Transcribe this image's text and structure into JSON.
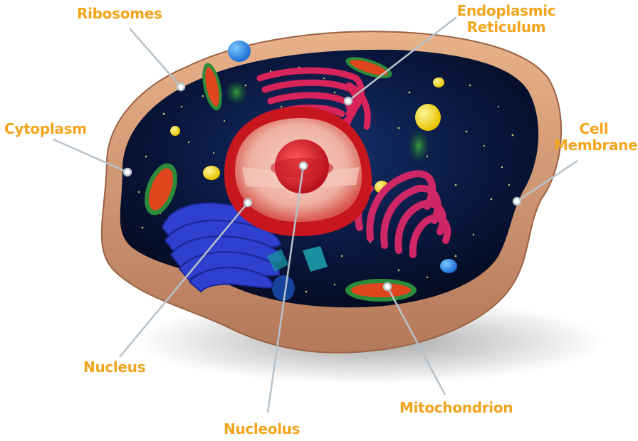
{
  "colors": {
    "label": "#F2A51C",
    "leader_line": "#B8C2CA"
  },
  "labels": {
    "ribosomes": "Ribosomes",
    "er_line1": "Endoplasmic",
    "er_line2": "Reticulum",
    "cytoplasm": "Cytoplasm",
    "membrane_line1": "Cell",
    "membrane_line2": "Membrane",
    "nucleus": "Nucleus",
    "nucleolus": "Nucleolus",
    "mitochondrion": "Mitochondrion"
  }
}
